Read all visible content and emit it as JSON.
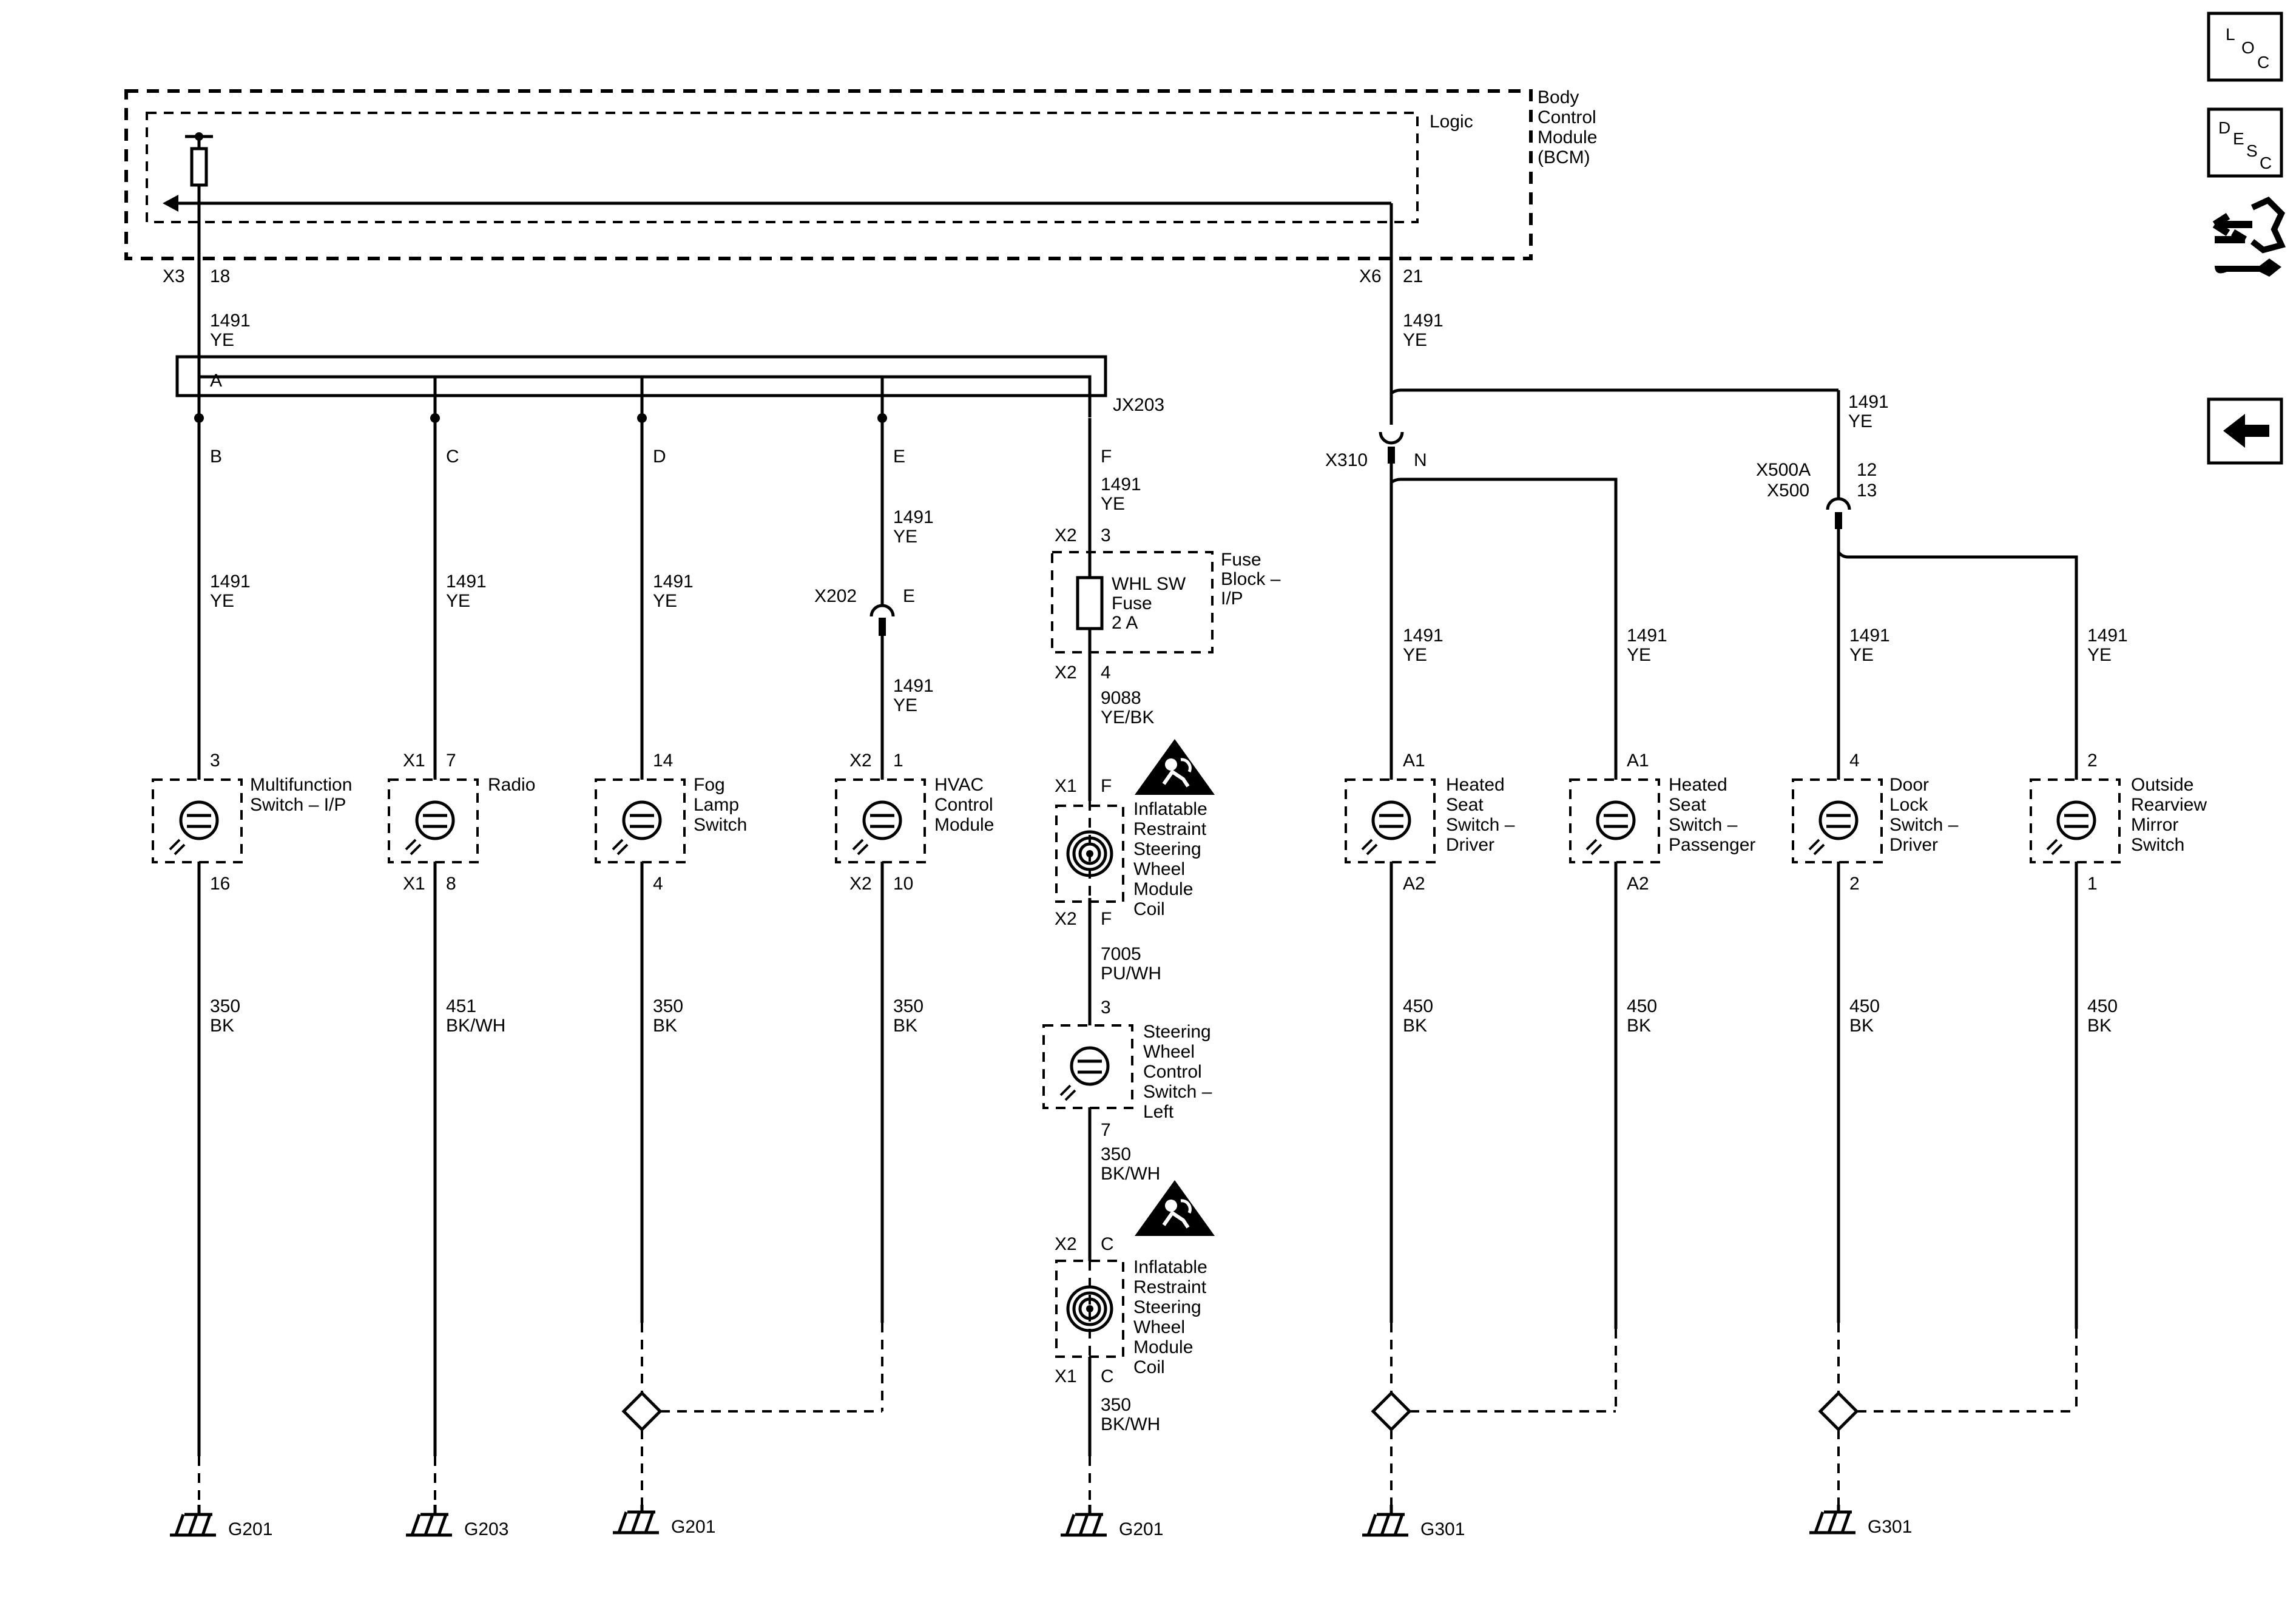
{
  "module": {
    "name_lines": [
      "Body",
      "Control",
      "Module",
      "(BCM)"
    ],
    "logic": "Logic",
    "conn_left": "X3",
    "pin_left": "18",
    "conn_right": "X6",
    "pin_right": "21"
  },
  "wires": {
    "bcm_left": {
      "num": "1491",
      "color": "YE"
    },
    "bcm_right": {
      "num": "1491",
      "color": "YE"
    },
    "branch_x310_right": {
      "num": "1491",
      "color": "YE"
    },
    "e_upper": {
      "num": "1491",
      "color": "YE"
    },
    "e_lower": {
      "num": "1491",
      "color": "YE"
    },
    "f_upper": {
      "num": "1491",
      "color": "YE"
    },
    "fuse_out": {
      "num": "9088",
      "color": "YE/BK"
    },
    "coil_out": {
      "num": "7005",
      "color": "PU/WH"
    },
    "swc_out": {
      "num": "350",
      "color": "BK/WH"
    },
    "coil2_out": {
      "num": "350",
      "color": "BK/WH"
    }
  },
  "splice": {
    "name": "JX203",
    "pin_in": "A",
    "pins": [
      "B",
      "C",
      "D",
      "E",
      "F"
    ]
  },
  "connectors": {
    "x310": {
      "name": "X310",
      "pin": "N"
    },
    "x500": {
      "name_a": "X500A",
      "name_b": "X500",
      "pin_a": "12",
      "pin_b": "13"
    },
    "x202": {
      "name": "X202",
      "pin": "E"
    }
  },
  "fuse_block": {
    "title_lines": [
      "Fuse",
      "Block –",
      "I/P"
    ],
    "fuse_lines": [
      "WHL SW",
      "Fuse",
      "2 A"
    ],
    "conn_top": "X2",
    "pin_top": "3",
    "conn_bot": "X2",
    "pin_bot": "4"
  },
  "coils": [
    {
      "label_lines": [
        "Inflatable",
        "Restraint",
        "Steering",
        "Wheel",
        "Module",
        "Coil"
      ],
      "conn_top": "X1",
      "pin_top": "F",
      "conn_bot": "X2",
      "pin_bot": "F"
    },
    {
      "label_lines": [
        "Inflatable",
        "Restraint",
        "Steering",
        "Wheel",
        "Module",
        "Coil"
      ],
      "conn_top": "X2",
      "pin_top": "C",
      "conn_bot": "X1",
      "pin_bot": "C"
    }
  ],
  "steering_switch": {
    "label_lines": [
      "Steering",
      "Wheel",
      "Control",
      "Switch –",
      "Left"
    ],
    "pin_top": "3",
    "pin_bot": "7"
  },
  "branches": [
    {
      "id": "multifunction",
      "wire_in": {
        "num": "1491",
        "color": "YE"
      },
      "conn_top": "",
      "pin_top": "3",
      "conn_bot": "",
      "pin_bot": "16",
      "label_lines": [
        "Multifunction",
        "Switch – I/P"
      ],
      "wire_out": {
        "num": "350",
        "color": "BK"
      },
      "ground": "G201"
    },
    {
      "id": "radio",
      "wire_in": {
        "num": "1491",
        "color": "YE"
      },
      "conn_top": "X1",
      "pin_top": "7",
      "conn_bot": "X1",
      "pin_bot": "8",
      "label_lines": [
        "Radio"
      ],
      "wire_out": {
        "num": "451",
        "color": "BK/WH"
      },
      "ground": "G203"
    },
    {
      "id": "fog-lamp",
      "wire_in": {
        "num": "1491",
        "color": "YE"
      },
      "conn_top": "",
      "pin_top": "14",
      "conn_bot": "",
      "pin_bot": "4",
      "label_lines": [
        "Fog",
        "Lamp",
        "Switch"
      ],
      "wire_out": {
        "num": "350",
        "color": "BK"
      },
      "ground": "G201"
    },
    {
      "id": "hvac",
      "wire_in": null,
      "conn_top": "X2",
      "pin_top": "1",
      "conn_bot": "X2",
      "pin_bot": "10",
      "label_lines": [
        "HVAC",
        "Control",
        "Module"
      ],
      "wire_out": {
        "num": "350",
        "color": "BK"
      },
      "ground": ""
    },
    {
      "id": "heated-seat-driver",
      "wire_in": {
        "num": "1491",
        "color": "YE"
      },
      "conn_top": "",
      "pin_top": "A1",
      "conn_bot": "",
      "pin_bot": "A2",
      "label_lines": [
        "Heated",
        "Seat",
        "Switch –",
        "Driver"
      ],
      "wire_out": {
        "num": "450",
        "color": "BK"
      },
      "ground": "G301"
    },
    {
      "id": "heated-seat-passenger",
      "wire_in": {
        "num": "1491",
        "color": "YE"
      },
      "conn_top": "",
      "pin_top": "A1",
      "conn_bot": "",
      "pin_bot": "A2",
      "label_lines": [
        "Heated",
        "Seat",
        "Switch –",
        "Passenger"
      ],
      "wire_out": {
        "num": "450",
        "color": "BK"
      },
      "ground": ""
    },
    {
      "id": "door-lock-driver",
      "wire_in": {
        "num": "1491",
        "color": "YE"
      },
      "conn_top": "",
      "pin_top": "4",
      "conn_bot": "",
      "pin_bot": "2",
      "label_lines": [
        "Door",
        "Lock",
        "Switch –",
        "Driver"
      ],
      "wire_out": {
        "num": "450",
        "color": "BK"
      },
      "ground": "G301"
    },
    {
      "id": "outside-mirror",
      "wire_in": {
        "num": "1491",
        "color": "YE"
      },
      "conn_top": "",
      "pin_top": "2",
      "conn_bot": "",
      "pin_bot": "1",
      "label_lines": [
        "Outside",
        "Rearview",
        "Mirror",
        "Switch"
      ],
      "wire_out": {
        "num": "450",
        "color": "BK"
      },
      "ground": ""
    }
  ],
  "ground_f": "G201",
  "nav": {
    "loc": [
      "L",
      "O",
      "C"
    ],
    "desc": [
      "D",
      "E",
      "S",
      "C"
    ],
    "icons": [
      "loc-icon",
      "desc-icon",
      "connector-tool-icon",
      "back-arrow-icon"
    ]
  }
}
